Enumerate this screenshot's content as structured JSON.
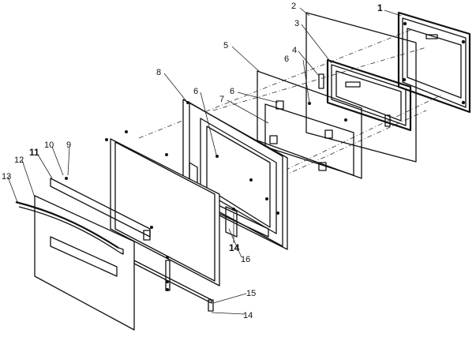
{
  "callouts": [
    {
      "id": "1",
      "label": "1"
    },
    {
      "id": "2",
      "label": "2"
    },
    {
      "id": "3",
      "label": "3"
    },
    {
      "id": "4",
      "label": "4"
    },
    {
      "id": "5",
      "label": "5"
    },
    {
      "id": "6a",
      "label": "6"
    },
    {
      "id": "6b",
      "label": "6"
    },
    {
      "id": "6c",
      "label": "6"
    },
    {
      "id": "7",
      "label": "7"
    },
    {
      "id": "8",
      "label": "8"
    },
    {
      "id": "9",
      "label": "9"
    },
    {
      "id": "10",
      "label": "10"
    },
    {
      "id": "11",
      "label": "11"
    },
    {
      "id": "12",
      "label": "12"
    },
    {
      "id": "13",
      "label": "13"
    },
    {
      "id": "14a",
      "label": "14"
    },
    {
      "id": "14b",
      "label": "14"
    },
    {
      "id": "15",
      "label": "15"
    },
    {
      "id": "16",
      "label": "16"
    }
  ]
}
